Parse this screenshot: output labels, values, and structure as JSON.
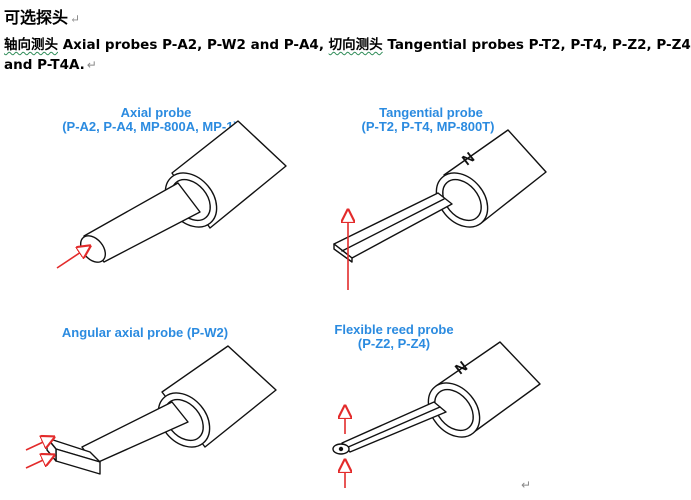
{
  "heading": {
    "text": "可选探头",
    "mark": "↵"
  },
  "intro": {
    "zh_axial": "轴向测头",
    "axial_text": " Axial probes P-A2, P-W2 and P-A4,  ",
    "zh_tangential": "切向测头",
    "tangential_text": " Tangential probes P-T2, P-T4, P-Z2, P-Z4",
    "line2": "and P-T4A.",
    "mark": "↵"
  },
  "figures": {
    "axial": {
      "title": "Axial probe",
      "models": "(P-A2, P-A4, MP-800A, MP-1)"
    },
    "tangential": {
      "title": "Tangential probe",
      "models": "(P-T2, P-T4, MP-800T)",
      "marking": "N"
    },
    "angular": {
      "title": "Angular axial probe (P-W2)"
    },
    "flexible": {
      "title": "Flexible reed probe",
      "models": "(P-Z2, P-Z4)",
      "marking": "N"
    }
  },
  "end_mark": "↵",
  "colors": {
    "caption": "#2b8be0",
    "arrow": "#e32b2b",
    "outline": "#111111",
    "squiggle": "#2e8b57"
  }
}
